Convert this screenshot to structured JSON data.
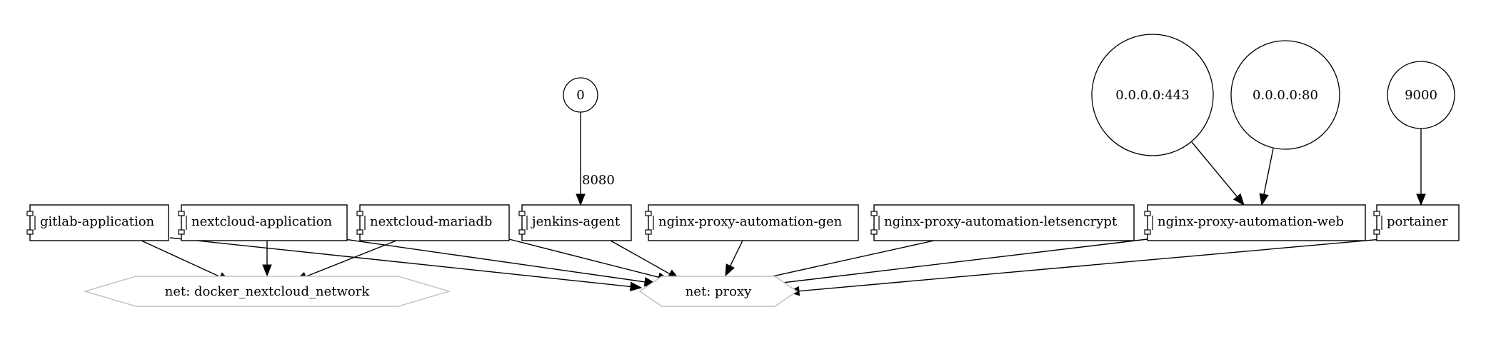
{
  "services": [
    {
      "id": "gitlab",
      "label": "gitlab-application"
    },
    {
      "id": "nc_app",
      "label": "nextcloud-application"
    },
    {
      "id": "nc_db",
      "label": "nextcloud-mariadb"
    },
    {
      "id": "jenkins",
      "label": "jenkins-agent"
    },
    {
      "id": "npa_gen",
      "label": "nginx-proxy-automation-gen"
    },
    {
      "id": "npa_le",
      "label": "nginx-proxy-automation-letsencrypt"
    },
    {
      "id": "npa_web",
      "label": "nginx-proxy-automation-web"
    },
    {
      "id": "portainer",
      "label": "portainer"
    }
  ],
  "ports": [
    {
      "id": "p0",
      "label": "0"
    },
    {
      "id": "p443",
      "label": "0.0.0.0:443"
    },
    {
      "id": "p80",
      "label": "0.0.0.0:80"
    },
    {
      "id": "p9000",
      "label": "9000"
    }
  ],
  "networks": [
    {
      "id": "net_nc",
      "label": "net: docker_nextcloud_network"
    },
    {
      "id": "net_proxy",
      "label": "net: proxy"
    }
  ],
  "edges": [
    {
      "from": "p0",
      "to": "jenkins",
      "label": "8080"
    },
    {
      "from": "p443",
      "to": "npa_web",
      "label": ""
    },
    {
      "from": "p80",
      "to": "npa_web",
      "label": ""
    },
    {
      "from": "p9000",
      "to": "portainer",
      "label": ""
    },
    {
      "from": "gitlab",
      "to": "net_nc",
      "label": ""
    },
    {
      "from": "gitlab",
      "to": "net_proxy",
      "label": ""
    },
    {
      "from": "nc_app",
      "to": "net_nc",
      "label": ""
    },
    {
      "from": "nc_app",
      "to": "net_proxy",
      "label": ""
    },
    {
      "from": "nc_db",
      "to": "net_nc",
      "label": ""
    },
    {
      "from": "nc_db",
      "to": "net_proxy",
      "label": ""
    },
    {
      "from": "jenkins",
      "to": "net_proxy",
      "label": ""
    },
    {
      "from": "npa_gen",
      "to": "net_proxy",
      "label": ""
    },
    {
      "from": "npa_le",
      "to": "net_proxy",
      "label": ""
    },
    {
      "from": "npa_web",
      "to": "net_proxy",
      "label": ""
    },
    {
      "from": "portainer",
      "to": "net_proxy",
      "label": ""
    }
  ]
}
